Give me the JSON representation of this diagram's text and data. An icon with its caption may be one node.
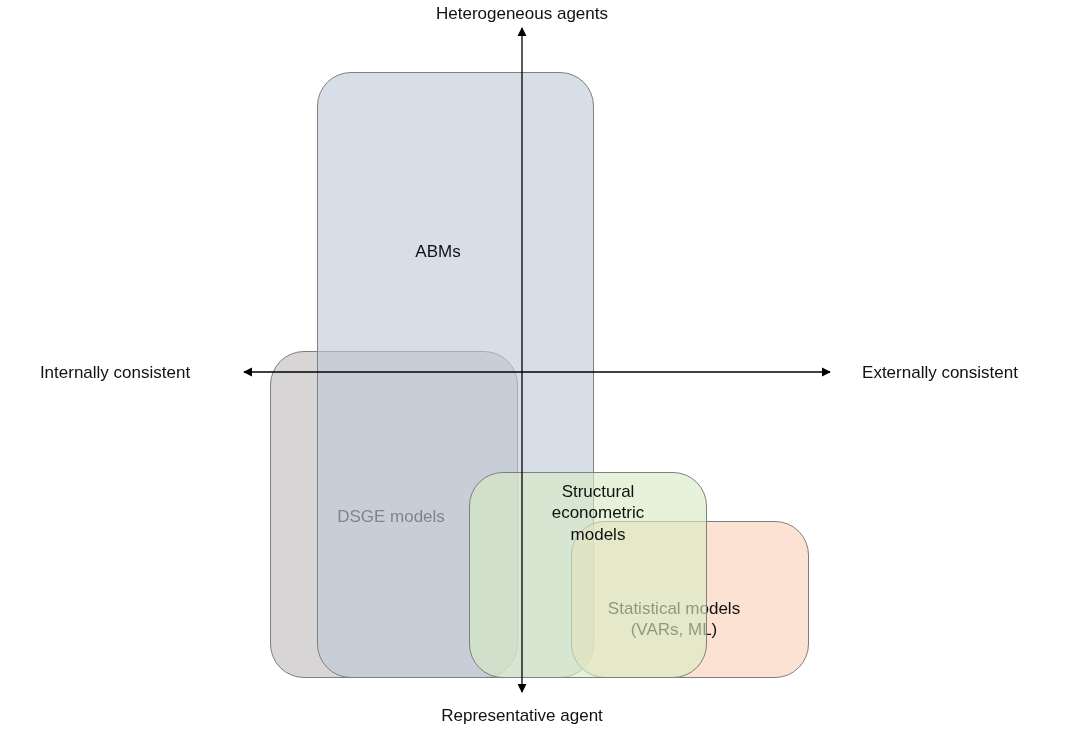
{
  "diagram": {
    "nodes": [
      {
        "text": [
          "ABMs"
        ]
      },
      {
        "text": [
          "DSGE models"
        ]
      },
      {
        "text": [
          "Structural econometric models"
        ]
      },
      {
        "text": [
          "Statistical models (VARs, ML)"
        ]
      }
    ],
    "labels": [
      "Heterogeneous agents",
      "Internally consistent",
      "Externally consistent",
      "Representative agent"
    ]
  }
}
